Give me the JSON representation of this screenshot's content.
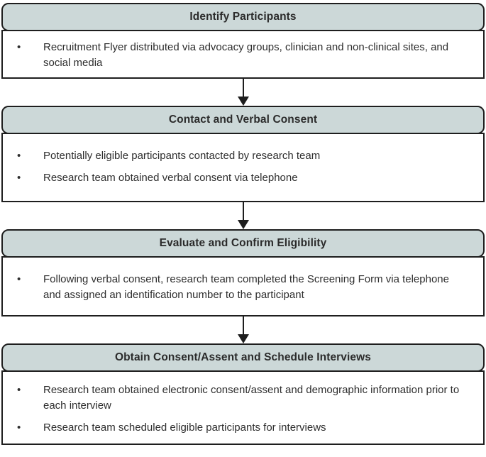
{
  "flowchart": {
    "stages": [
      {
        "title": "Identify Participants",
        "bullets": [
          "Recruitment Flyer distributed via advocacy groups, clinician and non-clinical sites, and social media"
        ]
      },
      {
        "title": "Contact and Verbal Consent",
        "bullets": [
          "Potentially eligible participants contacted by research team",
          "Research team obtained verbal consent via telephone"
        ]
      },
      {
        "title": "Evaluate and Confirm Eligibility",
        "bullets": [
          "Following verbal consent, research team completed the Screening Form via telephone and assigned an identification number to the participant"
        ]
      },
      {
        "title": "Obtain Consent/Assent and Schedule Interviews",
        "bullets": [
          "Research team obtained electronic consent/assent and demographic information prior to each interview",
          "Research team scheduled eligible participants for interviews"
        ]
      }
    ],
    "colors": {
      "header_fill": "#ccd8d8",
      "border": "#1e1e1e",
      "title_text": "#2b2b2b",
      "body_text": "#2e2e2e",
      "background": "#ffffff"
    }
  }
}
